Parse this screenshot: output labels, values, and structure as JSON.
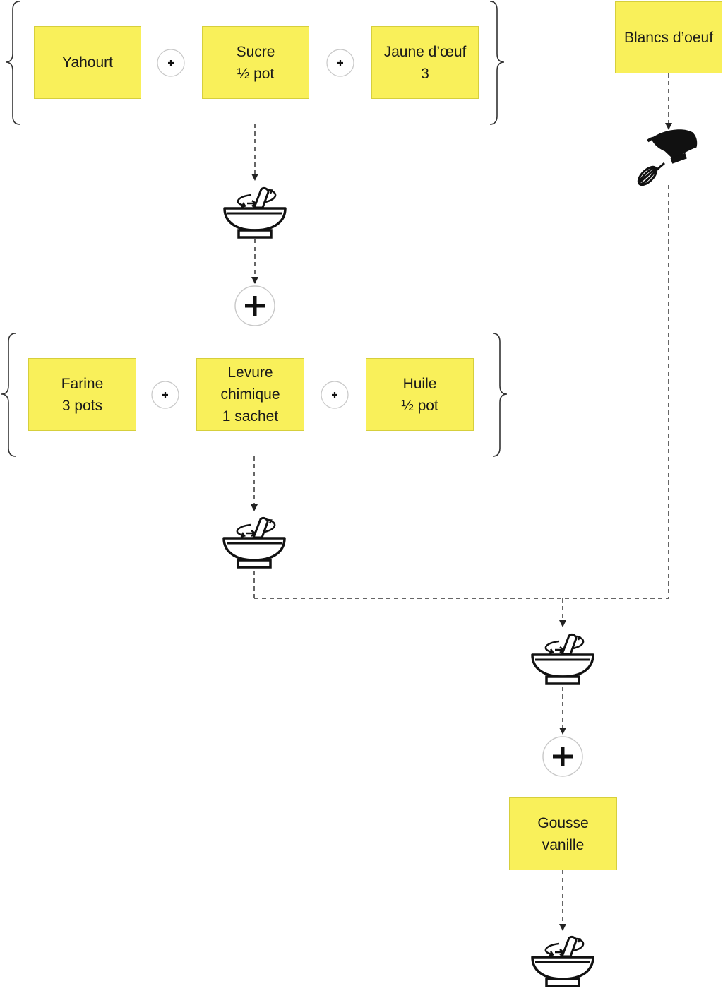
{
  "colors": {
    "note_fill": "#f9f05a",
    "note_border": "#d6cf3c",
    "line": "#333333"
  },
  "icons": {
    "mix": "mixing-bowl-with-spoon-icon",
    "whisk": "hand-mixer-icon",
    "plus_small": "plus-small-icon",
    "plus_large": "plus-large-icon"
  },
  "group1": {
    "items": [
      {
        "text": "Yahourt"
      },
      {
        "text": "Sucre\n½ pot"
      },
      {
        "text": "Jaune d’œuf\n3"
      }
    ]
  },
  "group2": {
    "items": [
      {
        "text": "Farine\n3 pots"
      },
      {
        "text": "Levure\nchimique\n1 sachet"
      },
      {
        "text": "Huile\n½ pot"
      }
    ]
  },
  "egg_whites": {
    "text": "Blancs d’oeuf"
  },
  "vanilla": {
    "text": "Gousse\nvanille"
  }
}
